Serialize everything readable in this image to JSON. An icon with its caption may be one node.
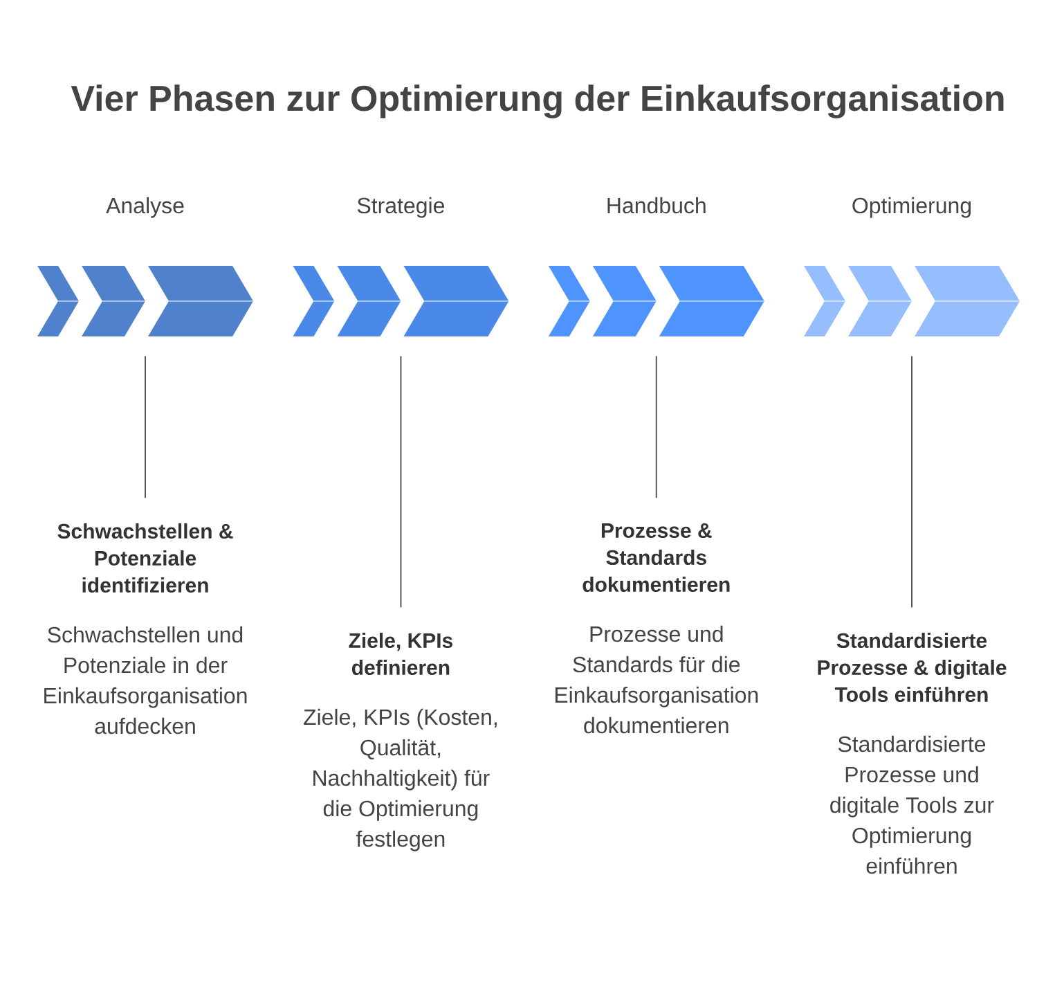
{
  "diagram": {
    "title": "Vier Phasen zur Optimierung der Einkaufsorganisation",
    "nodes": [
      {
        "text": [
          "Analyse"
        ]
      },
      {
        "text": [
          "Strategie"
        ]
      },
      {
        "text": [
          "Handbuch"
        ]
      },
      {
        "text": [
          "Optimierung"
        ]
      },
      {
        "text": [
          "Schwachstellen & Potenziale identifizieren",
          "Schwachstellen und Potenziale in der Einkaufsorganisation aufdecken"
        ]
      },
      {
        "text": [
          "Ziele, KPIs definieren",
          "Ziele, KPIs (Kosten, Qualität, Nachhaltigkeit) für die Optimierung festlegen"
        ]
      },
      {
        "text": [
          "Prozesse & Standards dokumentieren",
          "Prozesse und Standards für die Einkaufsorganisation dokumentieren"
        ]
      },
      {
        "text": [
          "Standardisierte Prozesse & digitale Tools einführen",
          "Standardisierte Prozesse und digitale Tools zur Optimierung einführen"
        ]
      }
    ],
    "edges": [
      {
        "from": 0,
        "to": 4,
        "arrow": "none"
      },
      {
        "from": 1,
        "to": 5,
        "arrow": "none"
      },
      {
        "from": 2,
        "to": 6,
        "arrow": "none"
      },
      {
        "from": 3,
        "to": 7,
        "arrow": "none"
      }
    ]
  }
}
